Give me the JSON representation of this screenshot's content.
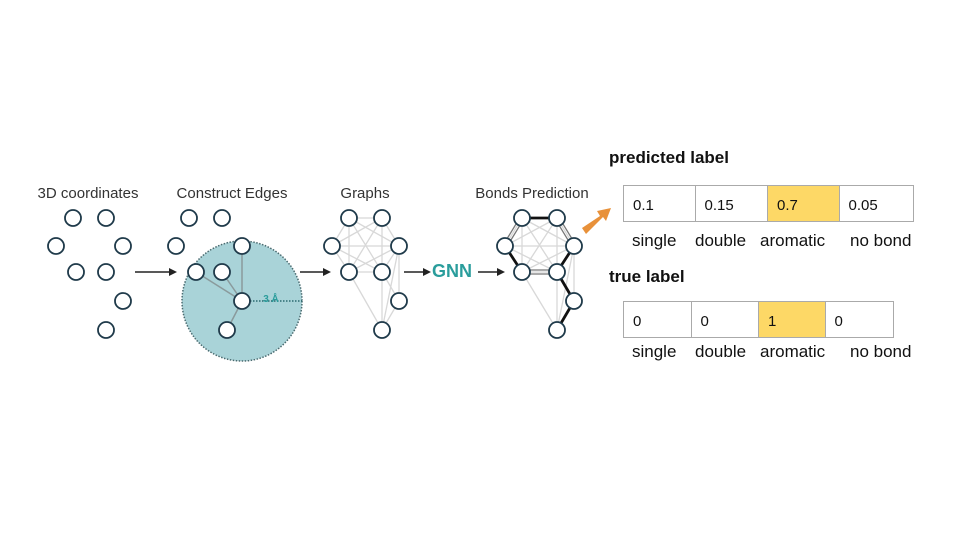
{
  "stages": [
    "3D coordinates",
    "Construct Edges",
    "Graphs",
    "Bonds Prediction"
  ],
  "radius_label": "3 Å",
  "model_label": "GNN",
  "predicted": {
    "title": "predicted label",
    "values": [
      "0.1",
      "0.15",
      "0.7",
      "0.05"
    ],
    "highlight_index": 2,
    "classes": [
      "single",
      "double",
      "aromatic",
      "no bond"
    ]
  },
  "true": {
    "title": "true label",
    "values": [
      "0",
      "0",
      "1",
      "0"
    ],
    "highlight_index": 2,
    "classes": [
      "single",
      "double",
      "aromatic",
      "no bond"
    ]
  },
  "colors": {
    "accent": "#2a9d9c",
    "highlight": "#fdd866",
    "arrow": "#e8913a",
    "sphere": "#a9d3d8",
    "node_stroke": "#1f3a4a"
  }
}
